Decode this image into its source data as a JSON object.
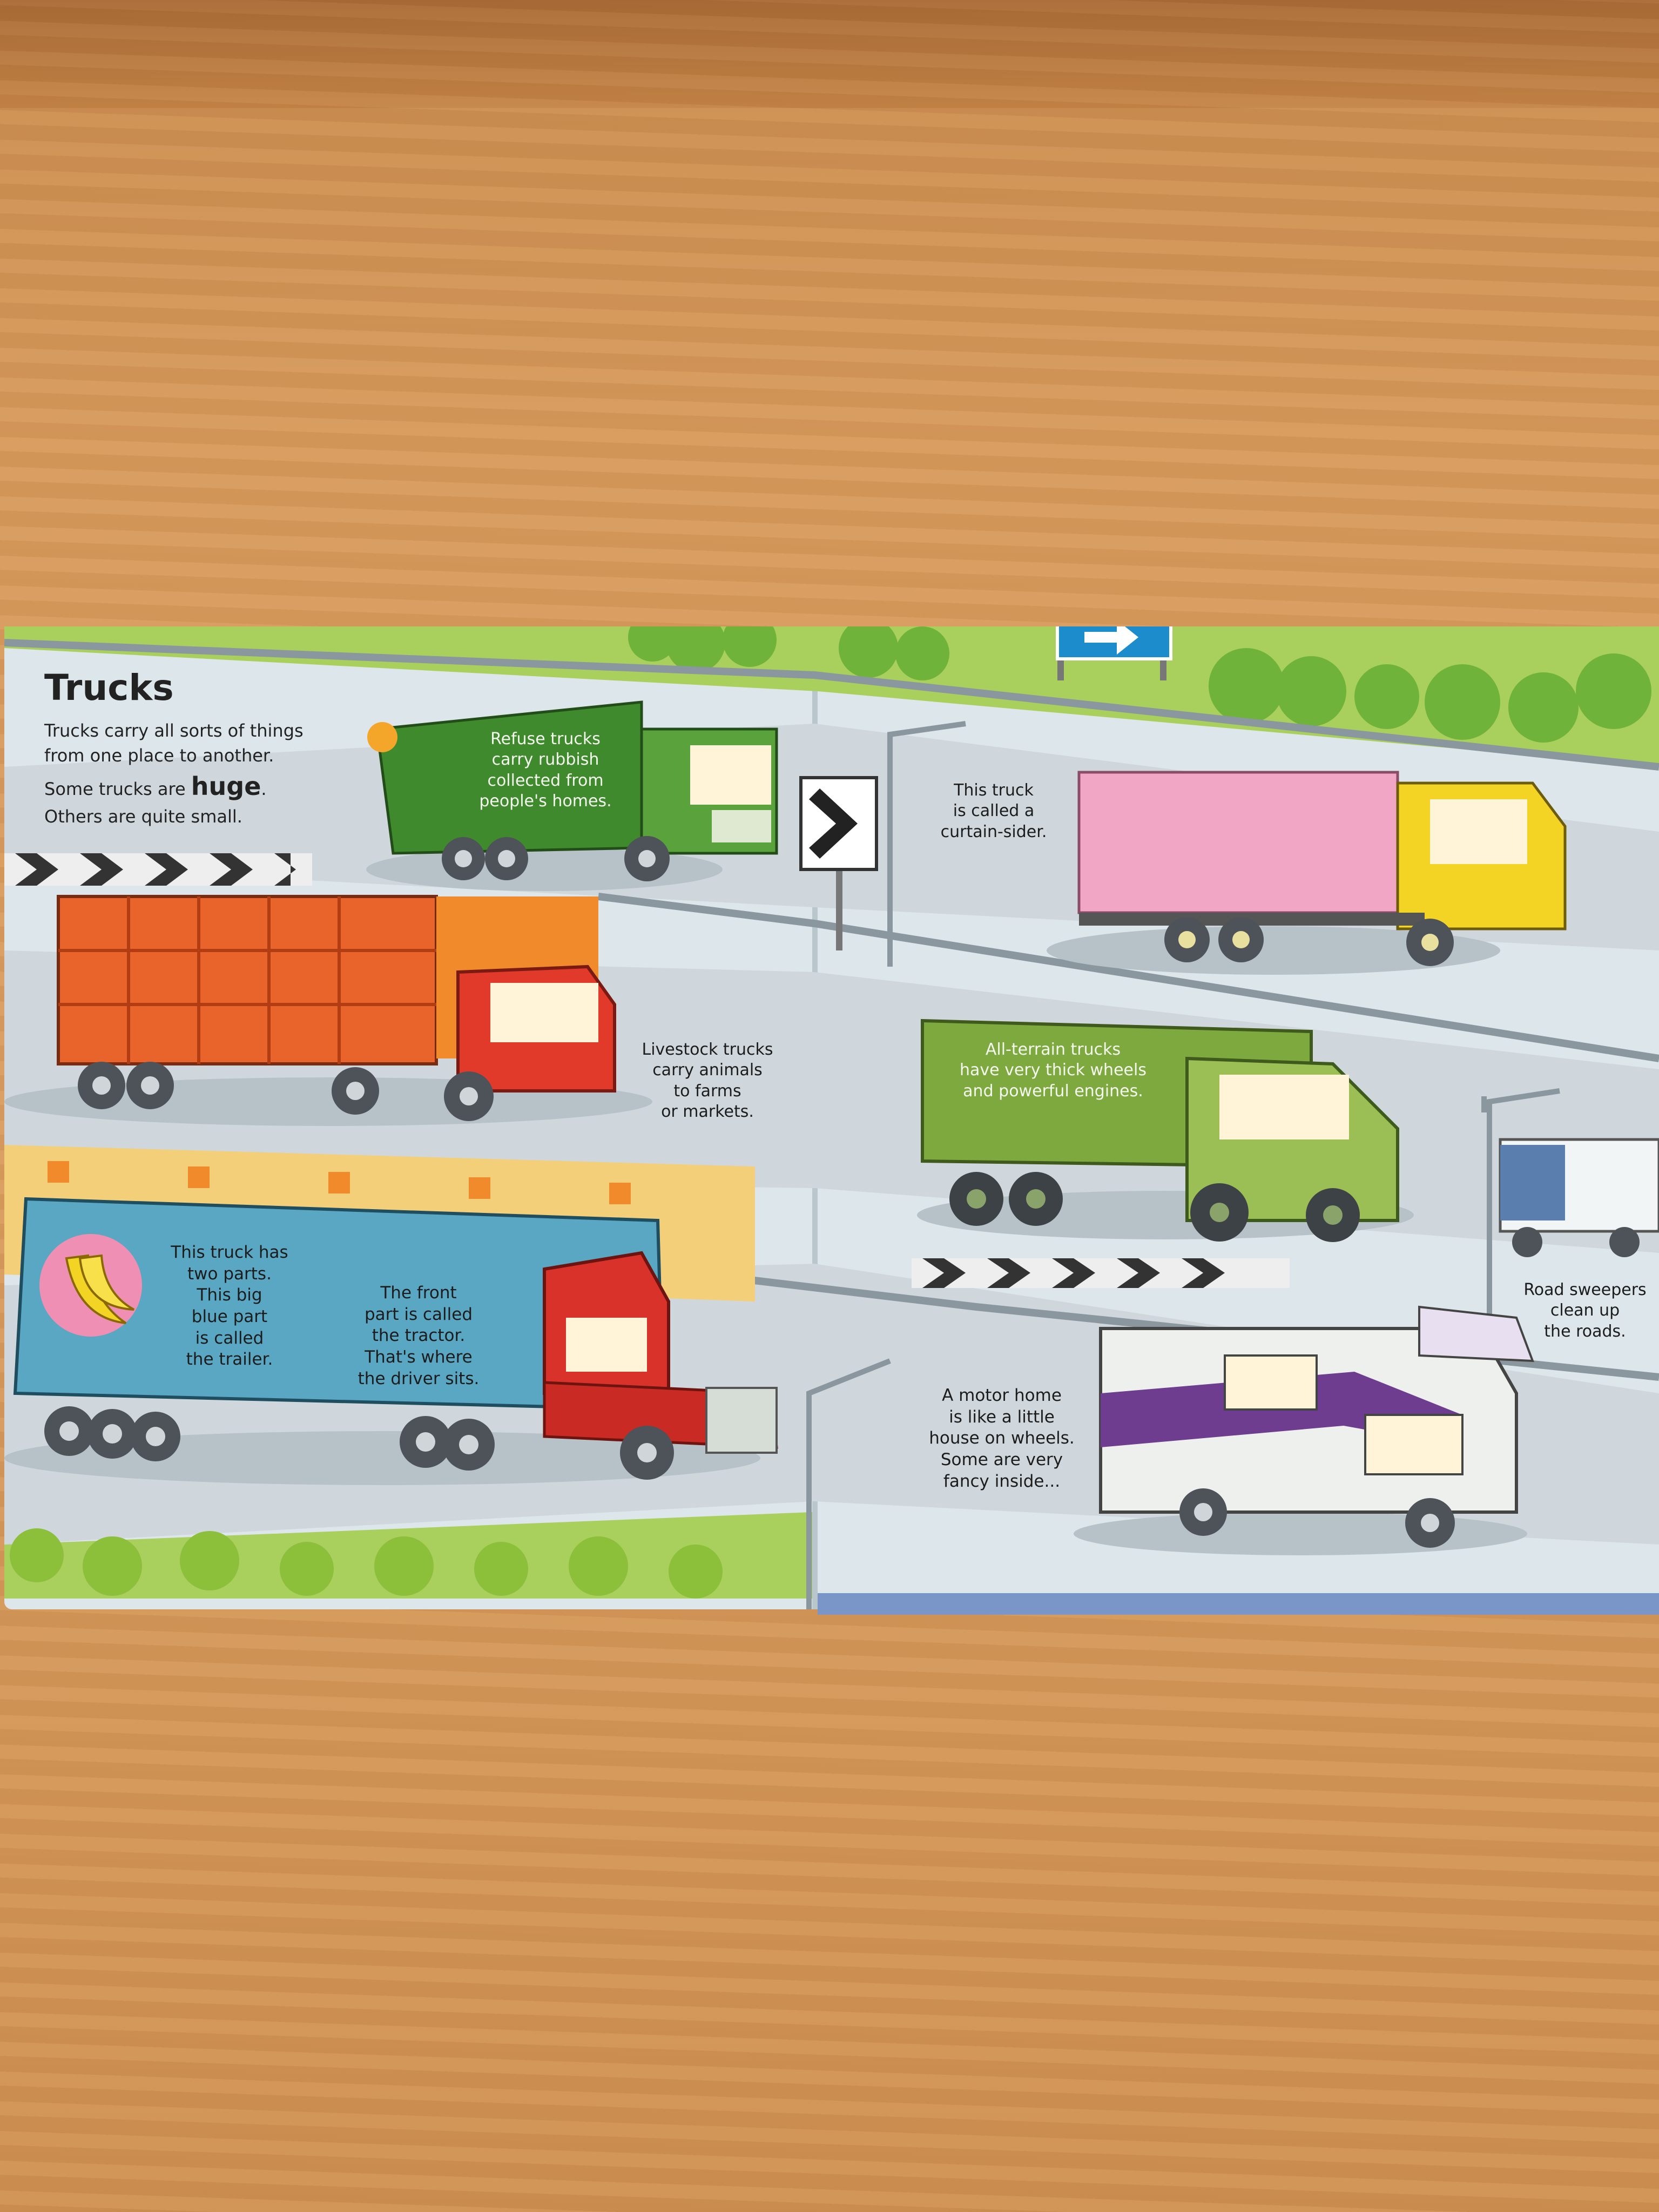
{
  "page": {
    "title": "Trucks",
    "intro": {
      "line1": "Trucks carry all sorts of things",
      "line2": "from one place to another.",
      "line3_pre": "Some trucks are ",
      "line3_big": "huge",
      "line3_post": ".",
      "line4": "Others are quite small."
    }
  },
  "captions": {
    "refuse": [
      "Refuse trucks",
      "carry rubbish",
      "collected from",
      "people's homes."
    ],
    "curtain": [
      "This truck",
      "is called a",
      "curtain-sider."
    ],
    "livestock": [
      "Livestock trucks",
      "carry animals",
      "to farms",
      "or markets."
    ],
    "allterrain": [
      "All-terrain trucks",
      "have very thick wheels",
      "and powerful engines."
    ],
    "trailer": [
      "This truck has",
      "two parts.",
      "This big",
      "blue part",
      "is called",
      "the trailer."
    ],
    "tractor": [
      "The front",
      "part is called",
      "the tractor.",
      "That's where",
      "the driver sits."
    ],
    "motorhome": [
      "A motor home",
      "is like a little",
      "house on wheels.",
      "Some are very",
      "fancy inside..."
    ],
    "sweeper": [
      "Road sweepers",
      "clean up",
      "the roads."
    ]
  },
  "colors": {
    "page_bg": "#dde6ea",
    "road": "#cfd7dc",
    "grass": "#8cbf3a",
    "refuse_truck": "#3f8a2d",
    "curtain_trailer": "#f2a6c6",
    "curtain_cab": "#f3d324",
    "livestock_body": "#e8642a",
    "livestock_cab": "#e23a2a",
    "allterrain": "#7ea93f",
    "trailer_blue": "#5aa7c3",
    "tractor_red": "#d8322a",
    "motorhome_purple": "#6f3d8f",
    "sign_blue": "#1d8ccc"
  },
  "icons": [
    "arrow-sign-icon",
    "banana-icon",
    "chevron-sign-icon"
  ]
}
